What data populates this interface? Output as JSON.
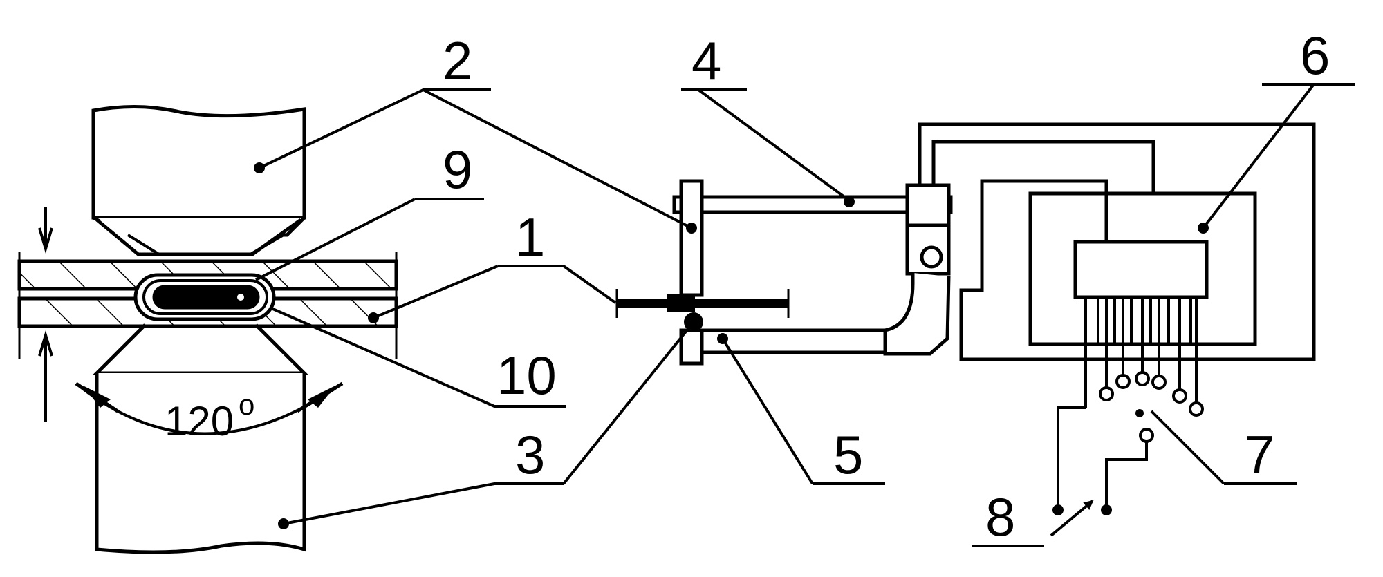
{
  "figure": {
    "callouts": {
      "1": "1",
      "2": "2",
      "3": "3",
      "4": "4",
      "5": "5",
      "6": "6",
      "7": "7",
      "8": "8",
      "9": "9",
      "10": "10"
    },
    "angle": {
      "value": "120",
      "unit": "o"
    },
    "colors": {
      "ink": "#000000",
      "paper": "#ffffff"
    }
  }
}
